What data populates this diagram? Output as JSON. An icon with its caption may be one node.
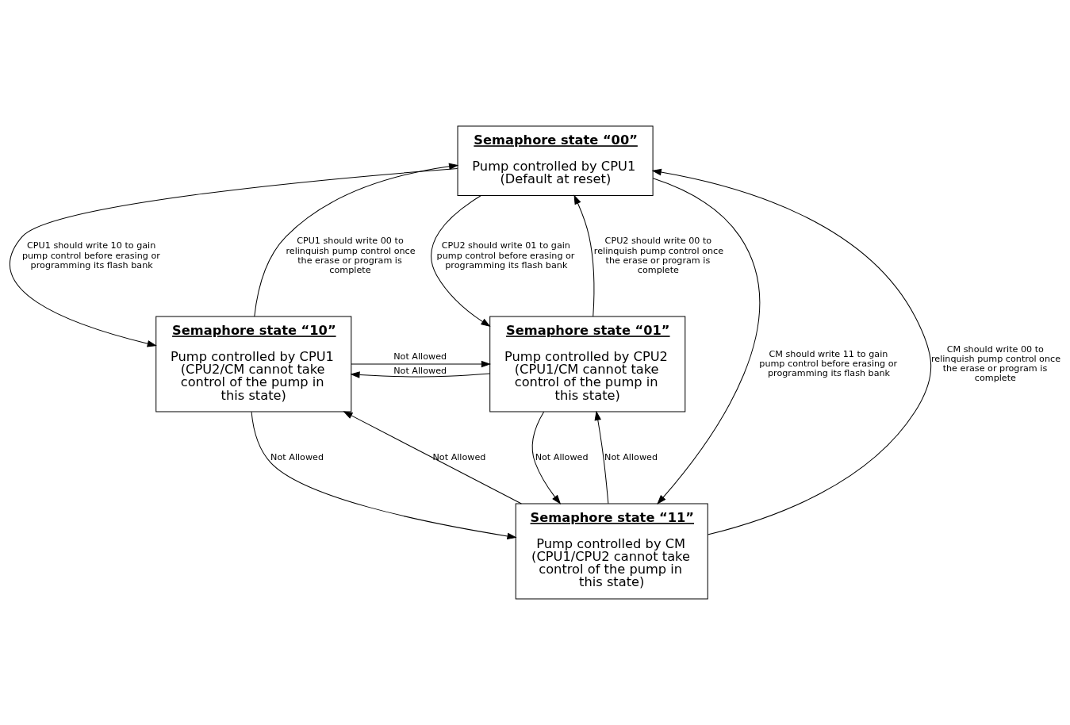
{
  "diagram": {
    "nodes": [
      {
        "text": [
          "Semaphore state “00”",
          "Pump controlled by CPU1 (Default at reset)"
        ]
      },
      {
        "text": [
          "Semaphore state “10”",
          "Pump controlled by CPU1 (CPU2/CM cannot take control of the pump in this state)"
        ]
      },
      {
        "text": [
          "Semaphore state “01”",
          "Pump controlled by CPU2 (CPU1/CM cannot take control of the pump in this state)"
        ]
      },
      {
        "text": [
          "Semaphore state “11”",
          "Pump controlled by CM (CPU1/CPU2 cannot take control of the pump in this state)"
        ]
      }
    ],
    "edges": [
      {
        "from": 0,
        "to": 1,
        "arrow": "to",
        "label": "CPU1 should write 10 to gain pump control before erasing or programming its flash bank"
      },
      {
        "from": 1,
        "to": 0,
        "arrow": "to",
        "label": "CPU1 should write 00 to relinquish pump control once the erase or program is complete"
      },
      {
        "from": 0,
        "to": 2,
        "arrow": "to",
        "label": "CPU2 should write 01 to gain pump control before erasing or programming its flash bank"
      },
      {
        "from": 2,
        "to": 0,
        "arrow": "to",
        "label": "CPU2 should write 00 to relinquish pump control once the erase or program is complete"
      },
      {
        "from": 1,
        "to": 2,
        "arrow": "to",
        "label": "Not Allowed"
      },
      {
        "from": 2,
        "to": 1,
        "arrow": "to",
        "label": "Not Allowed"
      },
      {
        "from": 0,
        "to": 3,
        "arrow": "to",
        "label": "CM should write 11 to gain pump control before erasing or programming its flash bank"
      },
      {
        "from": 3,
        "to": 0,
        "arrow": "to",
        "label": "CM should write 00 to relinquish pump control once the erase or program is complete"
      },
      {
        "from": 1,
        "to": 3,
        "arrow": "to",
        "label": "Not Allowed"
      },
      {
        "from": 3,
        "to": 1,
        "arrow": "to",
        "label": "Not Allowed"
      },
      {
        "from": 2,
        "to": 3,
        "arrow": "to",
        "label": "Not Allowed"
      },
      {
        "from": 3,
        "to": 2,
        "arrow": "to",
        "label": "Not Allowed"
      }
    ]
  }
}
